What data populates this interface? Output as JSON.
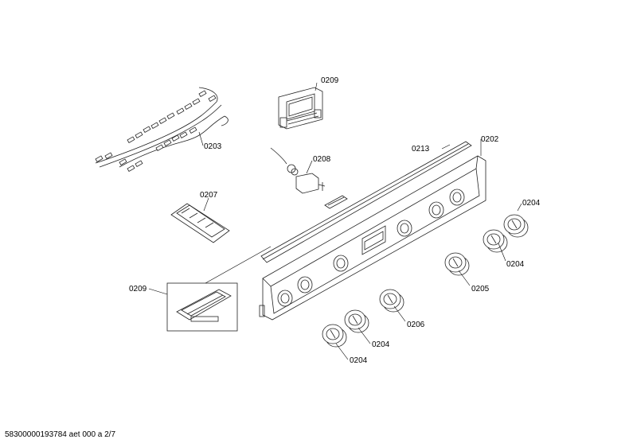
{
  "labels": {
    "p0209_top": "0209",
    "p0203": "0203",
    "p0208": "0208",
    "p0213": "0213",
    "p0202": "0202",
    "p0207": "0207",
    "p0204_a": "0204",
    "p0204_b": "0204",
    "p0209_bottom": "0209",
    "p0205": "0205",
    "p0206": "0206",
    "p0204_c": "0204",
    "p0204_d": "0204"
  },
  "footer": {
    "document_code": "58300000193784 aet 000 a 2/7"
  }
}
